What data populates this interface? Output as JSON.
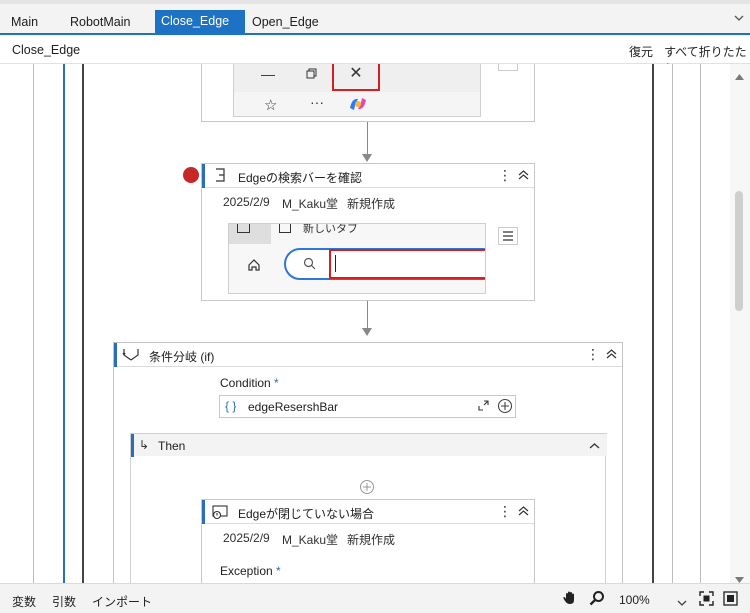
{
  "tabs": [
    {
      "label": "Main"
    },
    {
      "label": "RobotMain"
    },
    {
      "label": "Close_Edge",
      "close": "✕"
    },
    {
      "label": "Open_Edge"
    }
  ],
  "breadcrumb": "Close_Edge",
  "toolbar": {
    "restore": "復元",
    "collapse_all": "すべて折りたたむ"
  },
  "activity1": {
    "title": "Edgeの検索バーを確認",
    "date": "2025/2/9",
    "author": "M_Kaku堂",
    "status": "新規作成",
    "screenshot_tab": "新しいタブ"
  },
  "ifblock": {
    "title": "条件分岐 (if)",
    "condition_label": "Condition",
    "required_mark": "*",
    "condition_value": "edgeResershBar",
    "expr_brace": "{ }",
    "then_label": "Then"
  },
  "activity2": {
    "title": "Edgeが閉じていない場合",
    "date": "2025/2/9",
    "author": "M_Kaku堂",
    "status": "新規作成",
    "exception_label": "Exception",
    "required_mark": "*"
  },
  "statusbar": {
    "variables": "変数",
    "arguments": "引数",
    "imports": "インポート",
    "zoom": "100%"
  },
  "colors": {
    "accent": "#1e72c4",
    "breakpoint": "#c62828",
    "highlight": "#d42020"
  }
}
